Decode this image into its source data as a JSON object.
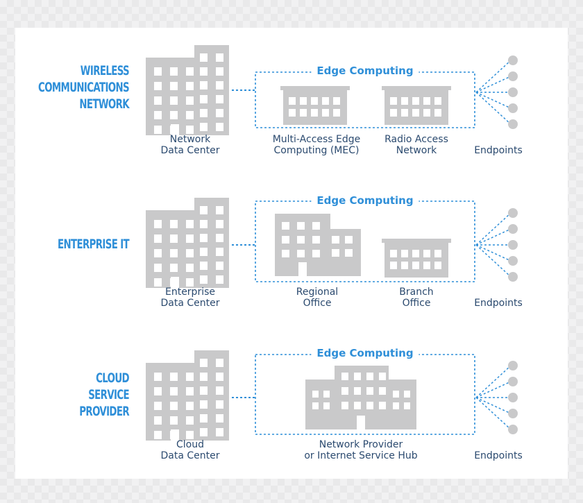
{
  "rows": [
    {
      "label": "WIRELESS\nCOMMUNICATIONS\nNETWORK",
      "datacenter_caption": "Network\nData Center",
      "edge_title": "Edge Computing",
      "edge_captions": [
        "Multi-Access Edge\nComputing (MEC)",
        "Radio Access\nNetwork"
      ],
      "endpoints_caption": "Endpoints"
    },
    {
      "label": "ENTERPRISE IT",
      "datacenter_caption": "Enterprise\nData Center",
      "edge_title": "Edge Computing",
      "edge_captions": [
        "Regional\nOffice",
        "Branch\nOffice"
      ],
      "endpoints_caption": "Endpoints"
    },
    {
      "label": "CLOUD\nSERVICE\nPROVIDER",
      "datacenter_caption": "Cloud\nData Center",
      "edge_title": "Edge Computing",
      "edge_captions": [
        "Network Provider\nor Internet Service Hub"
      ],
      "endpoints_caption": "Endpoints"
    }
  ],
  "colors": {
    "accent": "#2f8fd8",
    "building": "#c9c9ca",
    "window": "#ffffff",
    "text": "#2b4a6f"
  },
  "icons": [
    "building-icon",
    "endpoint-icon"
  ]
}
